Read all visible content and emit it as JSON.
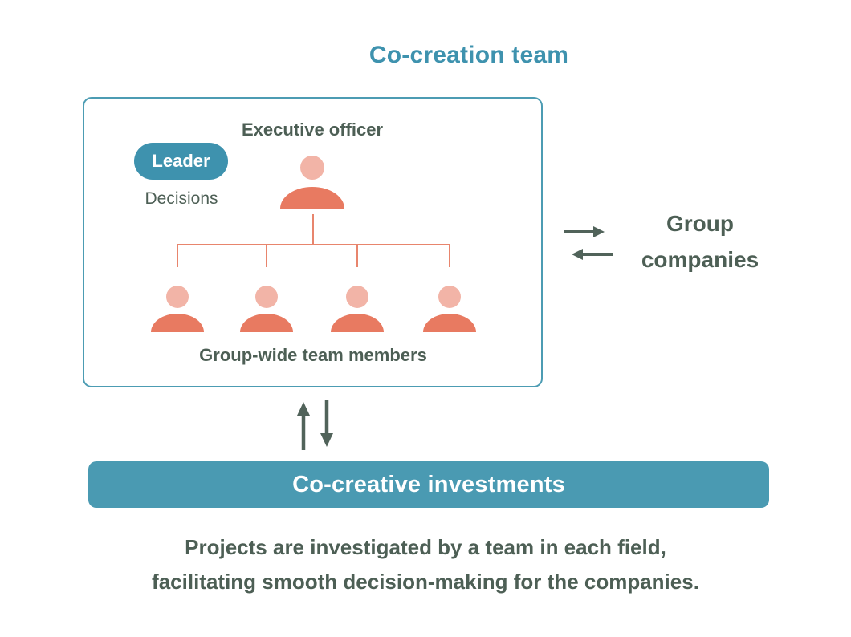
{
  "title": "Co-creation team",
  "team_box": {
    "executive_label": "Executive officer",
    "leader_badge": "Leader",
    "decisions_label": "Decisions",
    "members_label": "Group-wide team members",
    "member_count": 4
  },
  "group_companies": {
    "line1": "Group",
    "line2": "companies"
  },
  "investment_banner": {
    "label": "Co-creative investments"
  },
  "description": {
    "line1": "Projects are investigated by a team in each field,",
    "line2": "facilitating smooth decision-making for the companies."
  },
  "icons": {
    "executive": "person-icon",
    "members": [
      "person-icon",
      "person-icon",
      "person-icon",
      "person-icon"
    ],
    "exchange": [
      "right-arrow-icon",
      "left-arrow-icon"
    ],
    "investment": [
      "up-arrow-icon",
      "down-arrow-icon"
    ]
  },
  "colors": {
    "title_teal": "#3e92ae",
    "box_border_teal": "#4c9cb3",
    "badge_teal": "#3e92ae",
    "banner_teal": "#4a9ab2",
    "person_head_pink": "#f2b4a7",
    "person_body_salmon": "#e87a61",
    "connector_salmon": "#e8856d",
    "text_slate": "#4d5f55",
    "arrow_slate": "#51635a",
    "background": "#ffffff"
  }
}
